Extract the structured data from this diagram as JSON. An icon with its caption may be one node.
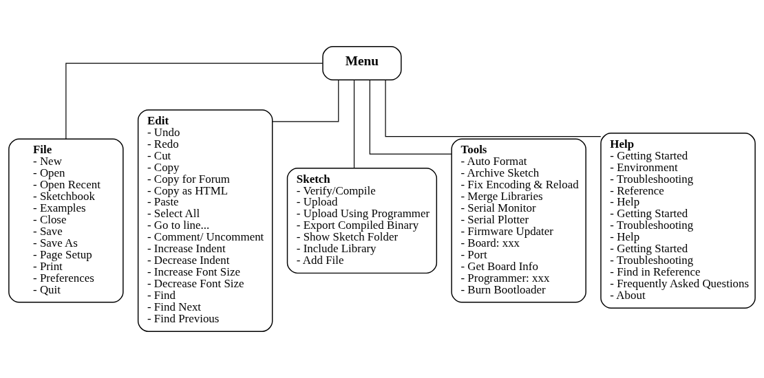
{
  "diagram": {
    "nodes": [
      {
        "text": [
          "Menu"
        ]
      },
      {
        "text": [
          "File",
          "- New",
          "- Open",
          "- Open Recent",
          "- Sketchbook",
          "- Examples",
          "- Close",
          "- Save",
          "- Save As",
          "- Page Setup",
          "- Print",
          "- Preferences",
          "- Quit"
        ]
      },
      {
        "text": [
          "Edit",
          "- Undo",
          "- Redo",
          "- Cut",
          "- Copy",
          "- Copy for Forum",
          "- Copy as HTML",
          "- Paste",
          "- Select All",
          "- Go to line...",
          "- Comment/ Uncomment",
          "- Increase Indent",
          "- Decrease Indent",
          "- Increase Font Size",
          "- Decrease Font Size",
          "- Find",
          "- Find Next",
          "- Find Previous"
        ]
      },
      {
        "text": [
          "Sketch",
          "- Verify/Compile",
          "- Upload",
          "- Upload Using Programmer",
          "- Export Compiled Binary",
          "- Show Sketch Folder",
          "- Include Library",
          "- Add File"
        ]
      },
      {
        "text": [
          "Tools",
          "- Auto Format",
          "- Archive Sketch",
          "- Fix Encoding & Reload",
          "- Merge Libraries",
          "- Serial Monitor",
          "- Serial Plotter",
          "- Firmware Updater",
          "- Board: xxx",
          "- Port",
          "- Get Board Info",
          "- Programmer: xxx",
          "- Burn Bootloader"
        ]
      },
      {
        "text": [
          "Help",
          "- Getting Started",
          "- Environment",
          "- Troubleshooting",
          "- Reference",
          "- Help",
          "- Getting Started",
          "- Troubleshooting",
          "- Help",
          "- Getting Started",
          "- Troubleshooting",
          "- Find in Reference",
          "- Frequently Asked Questions",
          "- About"
        ]
      }
    ],
    "edges": [
      {
        "from": 0,
        "to": 1,
        "arrow": "none"
      },
      {
        "from": 0,
        "to": 2,
        "arrow": "none"
      },
      {
        "from": 0,
        "to": 3,
        "arrow": "none"
      },
      {
        "from": 0,
        "to": 4,
        "arrow": "none"
      },
      {
        "from": 0,
        "to": 5,
        "arrow": "none"
      }
    ]
  }
}
